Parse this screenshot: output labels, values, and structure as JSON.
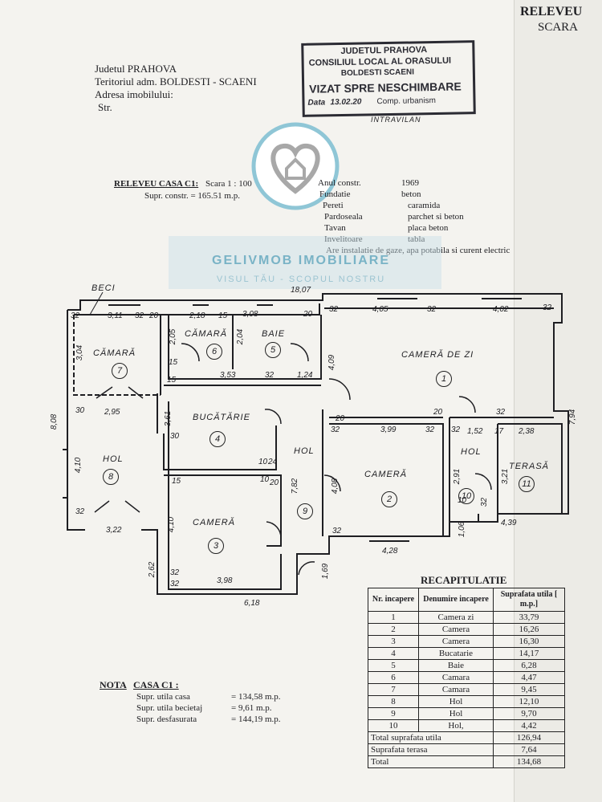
{
  "corner_header": {
    "line1": "RELEVEU",
    "line2": "SCARA"
  },
  "header": {
    "county": "Judetul PRAHOVA",
    "territory": "Teritoriul adm. BOLDESTI - SCAENI",
    "address": "Adresa imobilului:",
    "street": "Str."
  },
  "stamp": {
    "line1": "JUDETUL PRAHOVA",
    "line2": "CONSILIUL LOCAL AL ORASULUI",
    "line3": "BOLDESTI SCAENI",
    "line4": "VIZAT SPRE NESCHIMBARE",
    "date_label": "Data",
    "date_value": "13.02.20",
    "dept": "Comp. urbanism",
    "below": "INTRAVILAN"
  },
  "survey": {
    "title": "RELEVEU CASA C1:",
    "scale": "Scara 1 : 100",
    "built_area": "Supr. constr. = 165.51 m.p."
  },
  "specs": [
    {
      "label": "Anul constr.",
      "value": "1969"
    },
    {
      "label": "Fundatie",
      "value": "beton"
    },
    {
      "label": "Pereti",
      "value": "caramida"
    },
    {
      "label": "Pardoseala",
      "value": "parchet si beton"
    },
    {
      "label": "Tavan",
      "value": "placa beton"
    },
    {
      "label": "Invelitoare",
      "value": "tabla"
    }
  ],
  "installations": "Are instalatie de gaze, apa potabila si curent electric",
  "watermark": {
    "title": "GELIVMOB IMOBILIARE",
    "subtitle": "VISUL TĂU - SCOPUL NOSTRU"
  },
  "plan": {
    "basement_label": "BECI",
    "rooms": [
      {
        "num": "1",
        "name": "CAMERĂ DE ZI"
      },
      {
        "num": "2",
        "name": "CAMERĂ"
      },
      {
        "num": "3",
        "name": "CAMERĂ"
      },
      {
        "num": "4",
        "name": "BUCĂTĂRIE"
      },
      {
        "num": "5",
        "name": "BAIE"
      },
      {
        "num": "6",
        "name": "CĂMARĂ"
      },
      {
        "num": "7",
        "name": "CĂMARĂ"
      },
      {
        "num": "8",
        "name": "HOL"
      },
      {
        "num": "9",
        "name": "HOL"
      },
      {
        "num": "10",
        "name": "HOL"
      },
      {
        "num": "11",
        "name": "TERASĂ"
      }
    ],
    "dims": {
      "d1807": "18,07",
      "d311": "3,11",
      "d218": "2,18",
      "d308": "3,08",
      "d405": "4,05",
      "d402": "4,02",
      "d304": "3,04",
      "d205": "2,05",
      "d204": "2,04",
      "d409": "4,09",
      "d353": "3,53",
      "d124": "1,24",
      "d808": "8,08",
      "d295": "2,95",
      "d361": "3,61",
      "d399": "3,99",
      "d152": "1,52",
      "d238": "2,38",
      "d794": "7,94",
      "d410a": "4,10",
      "d782": "7,82",
      "d408": "4,08",
      "d291": "2,91",
      "d321": "3,21",
      "d410b": "4,10",
      "d322": "3,22",
      "d106": "1,06",
      "d439": "4,39",
      "d428": "4,28",
      "d262": "2,62",
      "d398": "3,98",
      "d169": "1,69",
      "d618": "6,18",
      "w32": "32",
      "w20": "20",
      "w15": "15",
      "w30": "30",
      "w24": "24",
      "w10": "10",
      "w17": "17"
    }
  },
  "recap": {
    "title": "RECAPITULATIE",
    "headers": [
      "Nr. incapere",
      "Denumire incapere",
      "Suprafata utila [ m.p.]"
    ],
    "rows": [
      {
        "nr": "1",
        "name": "Camera zi",
        "area": "33,79"
      },
      {
        "nr": "2",
        "name": "Camera",
        "area": "16,26"
      },
      {
        "nr": "3",
        "name": "Camera",
        "area": "16,30"
      },
      {
        "nr": "4",
        "name": "Bucatarie",
        "area": "14,17"
      },
      {
        "nr": "5",
        "name": "Baie",
        "area": "6,28"
      },
      {
        "nr": "6",
        "name": "Camara",
        "area": "4,47"
      },
      {
        "nr": "7",
        "name": "Camara",
        "area": "9,45"
      },
      {
        "nr": "8",
        "name": "Hol",
        "area": "12,10"
      },
      {
        "nr": "9",
        "name": "Hol",
        "area": "9,70"
      },
      {
        "nr": "10",
        "name": "Hol,",
        "area": "4,42"
      }
    ],
    "total_useful_label": "Total suprafata utila",
    "total_useful": "126,94",
    "terrace_label": "Suprafata terasa",
    "terrace": "7,64",
    "total_label": "Total",
    "total": "134,68"
  },
  "note": {
    "title": "NOTA",
    "title2": "CASA C1 :",
    "rows": [
      {
        "label": "Supr. utila casa",
        "value": "= 134,58 m.p."
      },
      {
        "label": "Supr. utila becietaj",
        "value": "= 9,61 m.p."
      },
      {
        "label": "Supr. desfasurata",
        "value": "= 144,19 m.p."
      }
    ]
  }
}
